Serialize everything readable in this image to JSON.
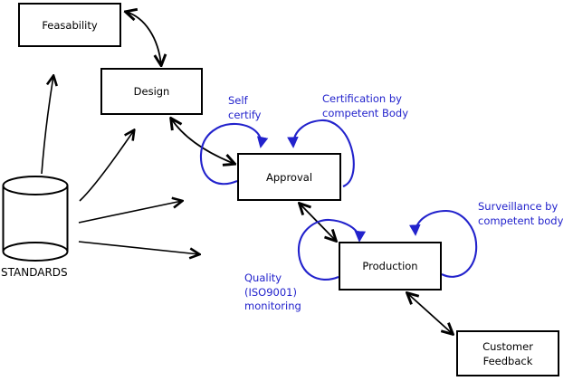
{
  "diagram": {
    "title_hint": "Product lifecycle standards diagram",
    "colors": {
      "background": "#ffffff",
      "ink": "#000000",
      "accent": "#2222cc"
    },
    "nodes": {
      "feasability": {
        "label": "Feasability"
      },
      "design": {
        "label": "Design"
      },
      "approval": {
        "label": "Approval"
      },
      "production": {
        "label": "Production"
      },
      "customer_feedback": {
        "line1": "Customer",
        "line2": "Feedback"
      }
    },
    "datastore": {
      "label": "STANDARDS"
    },
    "annotations": {
      "self_certify": {
        "line1": "Self",
        "line2": "certify"
      },
      "certification": {
        "line1": "Certification by",
        "line2": "competent Body"
      },
      "surveillance": {
        "line1": "Surveillance by",
        "line2": "competent body"
      },
      "quality": {
        "line1": "Quality",
        "line2": "(ISO9001)",
        "line3": "monitoring"
      }
    }
  }
}
